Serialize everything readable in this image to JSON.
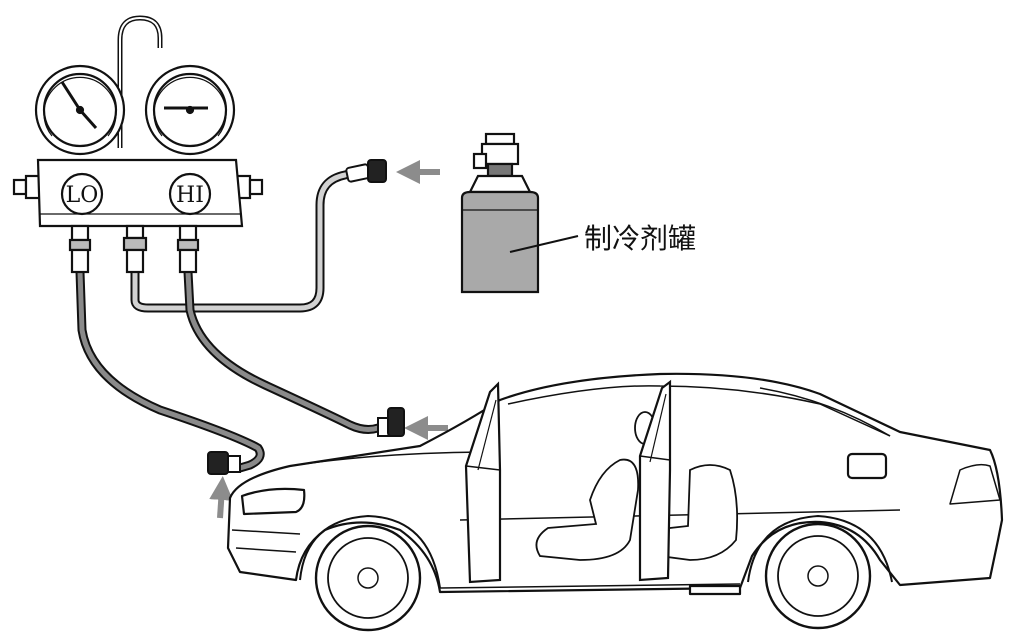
{
  "labels": {
    "low_gauge": "LO",
    "high_gauge": "HI",
    "refrigerant_can": "制冷剂罐"
  },
  "colors": {
    "line": "#111111",
    "hose": "#8a8a8a",
    "hose_light": "#d2d2d2",
    "can_body": "#a9a9a9",
    "arrow": "#8c8c8c",
    "background": "#ffffff"
  },
  "icons": {
    "flow_arrow": "arrow-icon"
  }
}
